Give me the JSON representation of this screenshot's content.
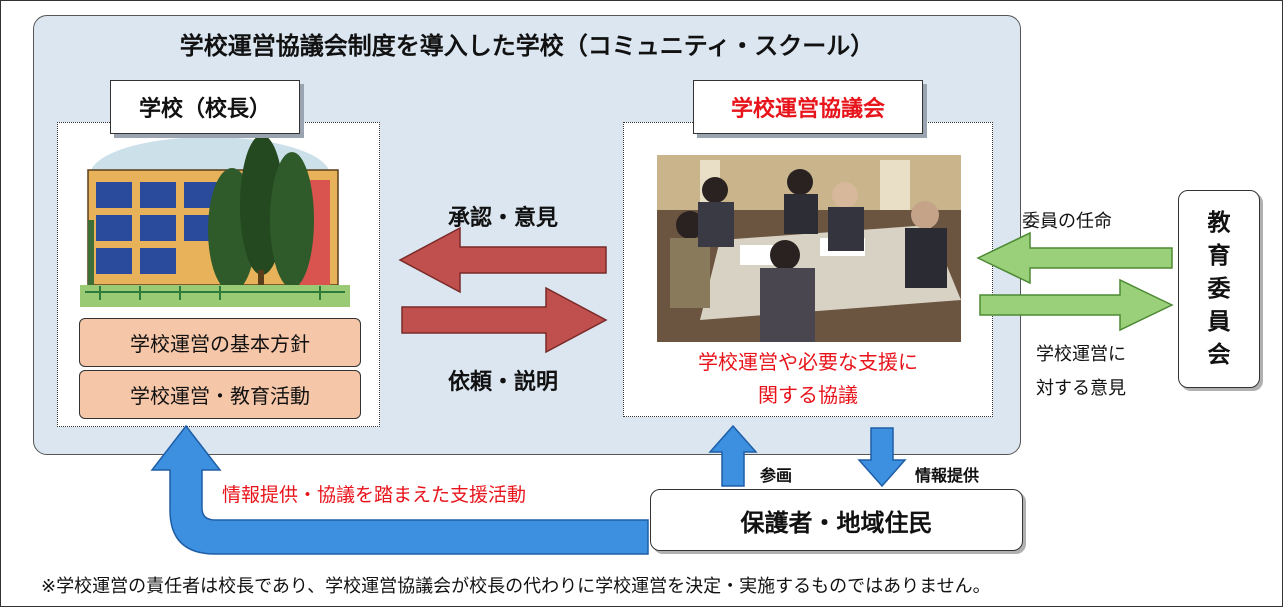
{
  "panel_title": "学校運営協議会制度を導入した学校（コミュニティ・スクール）",
  "school": {
    "title": "学校（校長）",
    "items": [
      "学校運営の基本方針",
      "学校運営・教育活動"
    ]
  },
  "council": {
    "title": "学校運営協議会",
    "description_lines": [
      "学校運営や必要な支援に",
      "関する協議"
    ]
  },
  "arrows": {
    "to_school": "承認・意見",
    "to_council": "依頼・説明",
    "appointment": "委員の任命",
    "opinion_lines": [
      "学校運営に",
      "対する意見"
    ],
    "participation": "参画",
    "info_provision": "情報提供",
    "support": "情報提供・協議を踏まえた支援活動"
  },
  "board": {
    "chars": [
      "教",
      "育",
      "委",
      "員",
      "会"
    ]
  },
  "residents": "保護者・地域住民",
  "footnote": "※学校運営の責任者は校長であり、学校運営協議会が校長の代わりに学校運営を決定・実施するものではありません。",
  "colors": {
    "panel": "#dbe6f1",
    "arrow_red": "#c0504d",
    "arrow_green": "#9bd07a",
    "arrow_blue": "#3d8fe0",
    "accent_red": "#e8141b",
    "policy": "#f5c6a8"
  }
}
